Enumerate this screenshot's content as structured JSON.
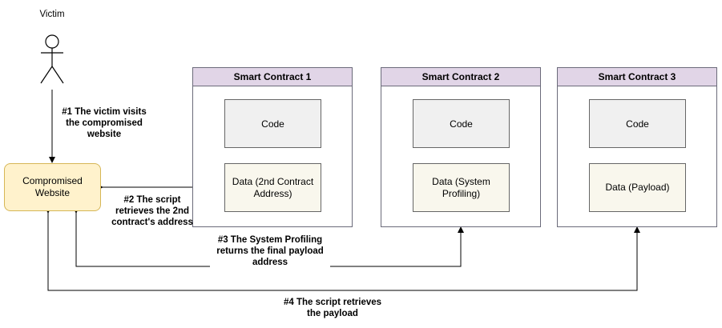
{
  "actor": {
    "label": "Victim"
  },
  "website": {
    "label": "Compromised Website"
  },
  "contracts": [
    {
      "title": "Smart Contract 1",
      "code": "Code",
      "data": "Data (2nd Contract Address)"
    },
    {
      "title": "Smart Contract 2",
      "code": "Code",
      "data": "Data (System Profiling)"
    },
    {
      "title": "Smart Contract 3",
      "code": "Code",
      "data": "Data (Payload)"
    }
  ],
  "steps": {
    "step1": "#1 The victim visits the compromised website",
    "step2": "#2 The script retrieves the 2nd contract's address",
    "step3": "#3 The System Profiling returns the final payload address",
    "step4": "#4 The script retrieves the payload"
  },
  "colors": {
    "contract_header": "#e1d5e7",
    "code_fill": "#f0f0f0",
    "data_fill": "#f9f7ed",
    "website_fill": "#fff2cc",
    "website_border": "#d6b656"
  }
}
